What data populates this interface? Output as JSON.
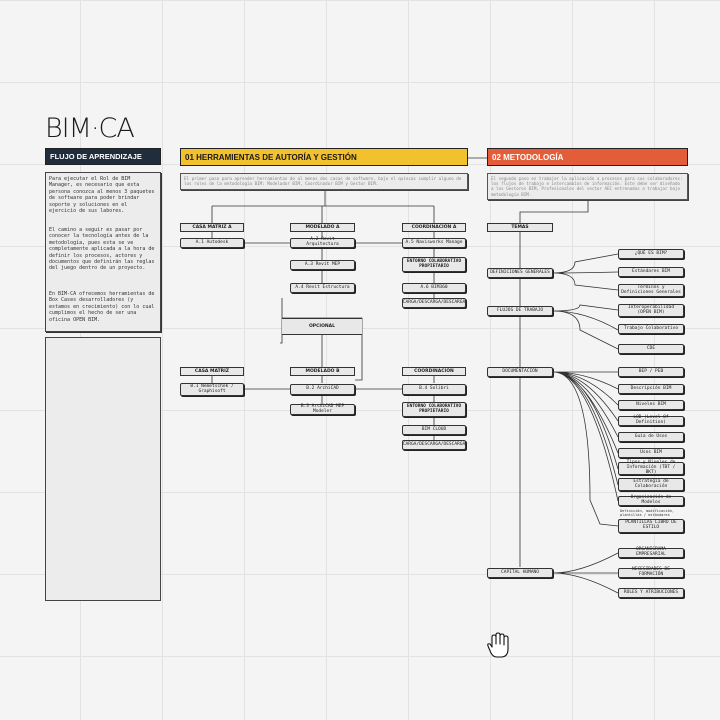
{
  "logo": "BIM·CA",
  "flujo": {
    "title": "FLUJO DE APRENDIZAJE",
    "p1": "Para ejecutar el Rol de BIM Manager, es necesario que esta persona conozca al menos 3 paquetes de software para poder brindar soporte y soluciones en el ejercicio de sus labores.",
    "p2": "El camino a seguir es pasar por conocer la tecnología antes de la metodología, pues esta se ve completamente aplicada a la hora de definir los procesos, actores y documentos que definirán las reglas del juego dentro de un proyecto.",
    "p3": "En BIM-CA ofrecemos herramientas de Box Cases desarrolladores (y estamos en crecimiento) con lo cual cumplimos el hecho de ser una oficina OPEN BIM."
  },
  "s01": {
    "title": "01 HERRAMIENTAS DE AUTORÍA Y GESTIÓN",
    "desc": "El primer paso para aprender herramientas de al menos dos casas de software, bajo el quincas cumplir alguno de los roles de la metodología BIM: Modelador BIM, Coordinador BIM y Gestor BIM.",
    "row1": {
      "cat1": "CASA MATRIZ A",
      "cat2": "MODELADO A",
      "cat3": "COORDINACIÓN A",
      "a1": "A.1 Autodesk",
      "a2": "A.2 Revit Arquitectura",
      "a3": "A.3 Revit MEP",
      "a4": "A.4 Revit Estructura",
      "a5": "A.5 Navisworks Manage",
      "a6": "ENTORNO COLABORATIVO PROPIETARIO",
      "a7": "A.6 BIM360",
      "a8": "CARGA/DESCARGA/DESCARGA"
    },
    "opcional": "OPCIONAL",
    "row2": {
      "cat1": "CASA MATRIZ",
      "cat2": "MODELADO B",
      "cat3": "COORDINACIÓN",
      "b1": "B.1 Nemetschek / Graphisoft",
      "b2": "B.2 ArchiCAD",
      "b3": "B.3 ArchiCAD MEP Modeler",
      "b4": "B.4 Solibri",
      "b5": "ENTORNO COLABORATIVO PROPIETARIO",
      "b6": "BIM CLOUD",
      "b7": "CARGA/DESCARGA/DESCARGA"
    }
  },
  "s02": {
    "title": "02 METODOLOGÍA",
    "desc": "El segundo paso es trabajar la aplicación a procesos para sus colaboradores: los flujos de trabajo e intercambios de información. Este debe ser diseñado a los Gestores BIM, Profesionales del sector AEC entrenados a trabajar bajo metodología BIM.",
    "tema": "TEMAS",
    "main": [
      "DEFINICIONES GENERALES",
      "FLUJOS DE TRABAJO",
      "DOCUMENTACIÓN",
      "CAPITAL HUMANO"
    ],
    "g1": [
      "¿QUÉ ES BIM?",
      "Estándares BIM",
      "Términos y Definiciones Generales"
    ],
    "g2": [
      "Interoperabilidad (OPEN BIM)",
      "Trabajo Colaborativo",
      "CDE"
    ],
    "g3": [
      "BEP / PEB",
      "Descripción BIM",
      "Niveles BIM",
      "LOD (Level Of Definition)",
      "Guía de Usos",
      "Usos BIM",
      "Tipos y Niveles de Información (TBT / BKT)",
      "Estrategia de Colaboración",
      "Organización de Modelos",
      "PLANTILLAS LIBRO DE ESTILO"
    ],
    "note": "Definición, modificación, plantillas / estándares",
    "g4": [
      "ORGANIGRAMA EMPRESARIAL",
      "NECESIDADES DE FORMACIÓN",
      "ROLES Y ATRIBUCIONES"
    ]
  },
  "colors": {
    "s01": "#f2c12e",
    "s02": "#e45d3a",
    "flujo": "#1f2d3d",
    "text_light": "#ffffff"
  }
}
